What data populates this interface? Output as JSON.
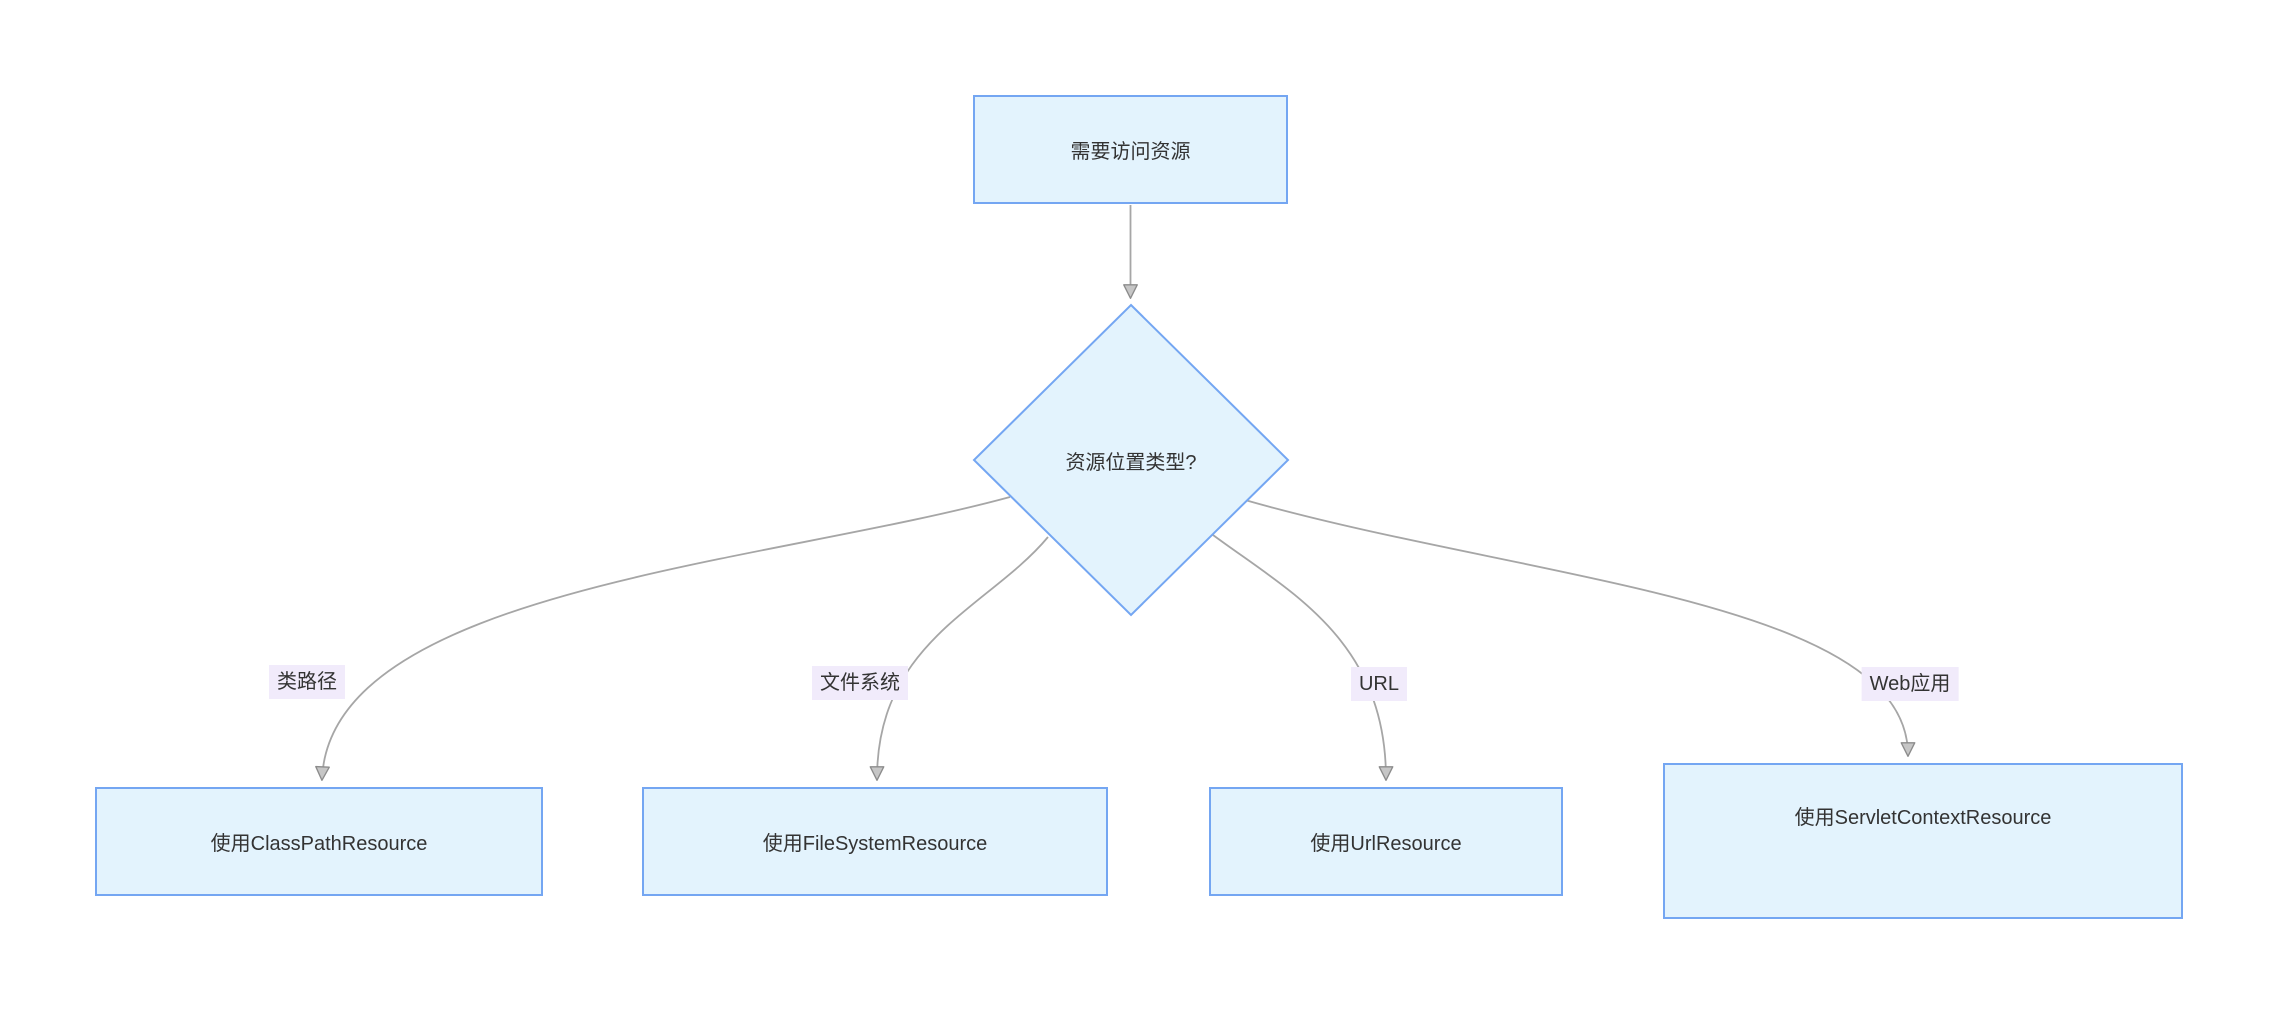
{
  "diagram": {
    "type": "flowchart",
    "direction": "top-down",
    "nodes": {
      "start": {
        "shape": "rect",
        "label": "需要访问资源"
      },
      "decision": {
        "shape": "diamond",
        "label": "资源位置类型?"
      },
      "classpath": {
        "shape": "rect",
        "label": "使用ClassPathResource"
      },
      "filesystem": {
        "shape": "rect",
        "label": "使用FileSystemResource"
      },
      "url": {
        "shape": "rect",
        "label": "使用UrlResource"
      },
      "servletcontext": {
        "shape": "rect",
        "label": "使用ServletContextResource"
      }
    },
    "edges": {
      "start_decision": {
        "from": "start",
        "to": "decision",
        "label": ""
      },
      "decision_classpath": {
        "from": "decision",
        "to": "classpath",
        "label": "类路径"
      },
      "decision_filesystem": {
        "from": "decision",
        "to": "filesystem",
        "label": "文件系统"
      },
      "decision_url": {
        "from": "decision",
        "to": "url",
        "label": "URL"
      },
      "decision_servletcontext": {
        "from": "decision",
        "to": "servletcontext",
        "label": "Web应用"
      }
    }
  },
  "colors": {
    "node_fill": "#E3F3FD",
    "node_border": "#74A6F2",
    "edge_line": "#A6A6A6",
    "edge_label_bg": "#F1EBFB",
    "text": "#333333",
    "arrow_fill": "#C6C6C6",
    "arrow_stroke": "#8C8C8C"
  }
}
